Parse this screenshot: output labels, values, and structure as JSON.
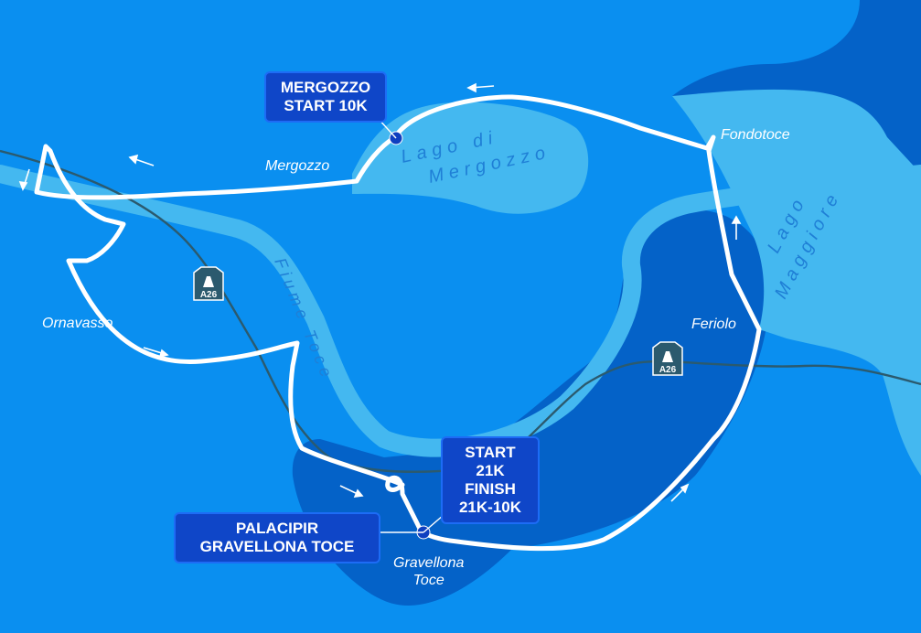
{
  "colors": {
    "land": "#0a8ff0",
    "lake": "#44b8f0",
    "river": "#44b8f0",
    "dark_land": "#0462c8",
    "route": "#ffffff",
    "motorway": "#2b5a6e",
    "label_box": "#0f46c8",
    "marker": "#0f3fc0"
  },
  "icons": [
    "motorway-shield-icon",
    "direction-arrow-icon",
    "route-marker-icon"
  ],
  "places": {
    "mergozzo": "Mergozzo",
    "fondotoce": "Fondotoce",
    "ornavasso": "Ornavasso",
    "feriolo": "Feriolo",
    "gravellona": "Gravellona\nToce"
  },
  "water": {
    "lago_di_mergozzo_line1": "Lago di",
    "lago_di_mergozzo_line2": "Mergozzo",
    "lago_maggiore_line1": "Lago",
    "lago_maggiore_line2": "Maggiore",
    "fiume_toce": "Fiume Toce"
  },
  "motorway": {
    "label": "A26"
  },
  "callouts": {
    "mergozzo_start": {
      "line1": "MERGOZZO",
      "line2": "START 10K"
    },
    "start_finish": {
      "line1": "START",
      "line2": "21K",
      "line3": "FINISH",
      "line4": "21K-10K"
    },
    "palacipir": {
      "line1": "PALACIPIR",
      "line2": "GRAVELLONA TOCE"
    }
  }
}
